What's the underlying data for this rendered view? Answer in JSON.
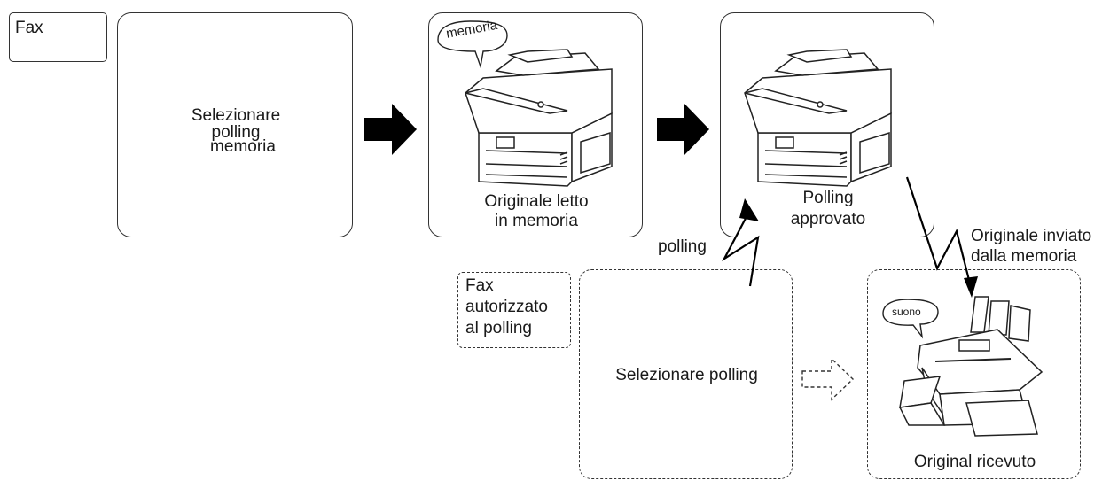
{
  "fax_label": "Fax",
  "step1": {
    "lines": [
      "Selezionare",
      "polling",
      "memoria"
    ]
  },
  "step2": {
    "bubble": "memoria",
    "lines": [
      "Originale letto",
      "in memoria"
    ]
  },
  "step3": {
    "lines": [
      "Polling",
      "approvato"
    ]
  },
  "polling_label": "polling",
  "auth_label": {
    "lines": [
      "Fax",
      "autorizzato",
      "al polling"
    ]
  },
  "step4": {
    "label": "Selezionare polling"
  },
  "sent_label": {
    "lines": [
      "Originale inviato",
      "dalla memoria"
    ]
  },
  "step5": {
    "bubble": "suono",
    "label": "Original ricevuto"
  }
}
